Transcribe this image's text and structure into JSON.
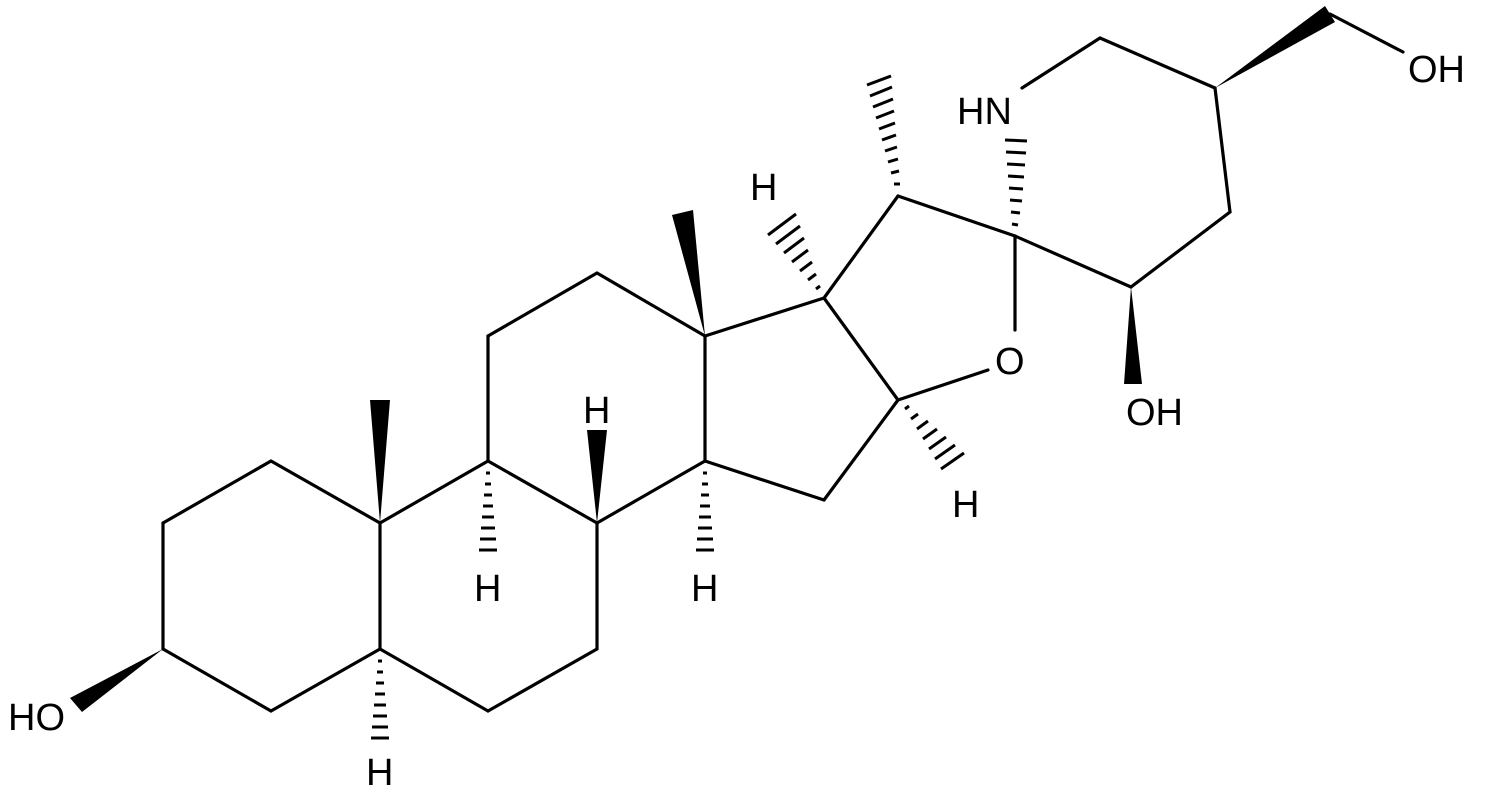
{
  "labels": {
    "ho_c3": "HO",
    "oh_side_chain": "OH",
    "oh_ring": "OH",
    "nh": "HN",
    "o_ring": "O",
    "h_c5": "H",
    "h_c9": "H",
    "h_c8": "H",
    "h_c14": "H",
    "h_c16": "H",
    "h_c17": "H"
  }
}
